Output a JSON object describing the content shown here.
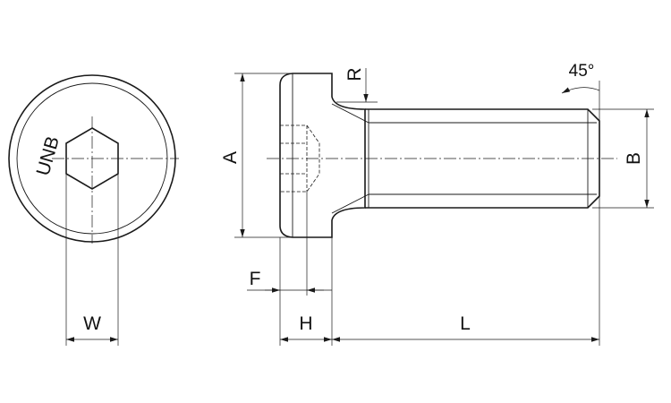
{
  "title": "",
  "labels": {
    "marking": "UNB",
    "w": "W",
    "a": "A",
    "r": "R",
    "angle": "45°",
    "b": "B",
    "f": "F",
    "h": "H",
    "l": "L"
  }
}
